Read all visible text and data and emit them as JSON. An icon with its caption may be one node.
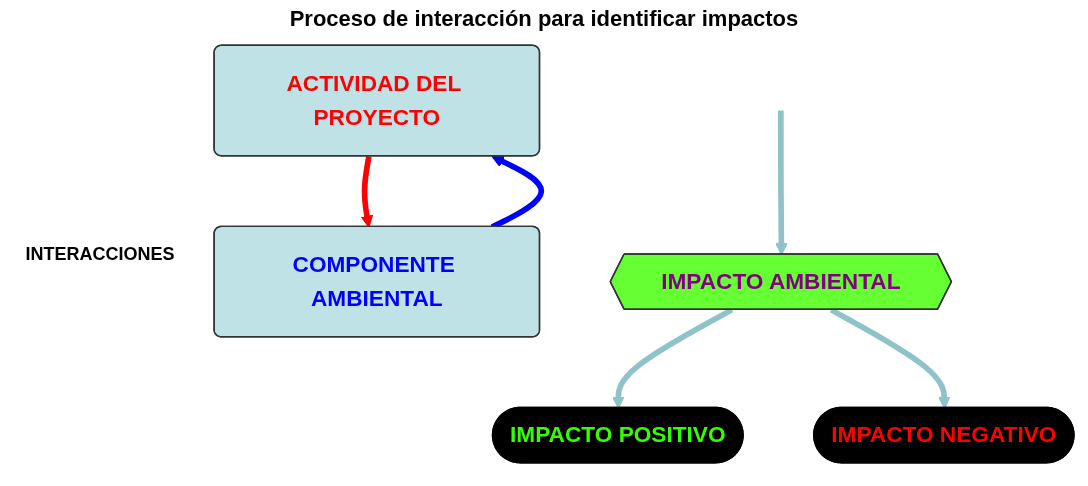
{
  "diagram": {
    "title": "Proceso de interacción para identificar impactos",
    "nodes": [
      {
        "text": [
          "ACTIVIDAD DEL PROYECTO"
        ]
      },
      {
        "text": [
          "COMPONENTE AMBIENTAL"
        ]
      },
      {
        "text": [
          "IMPACTO AMBIENTAL"
        ]
      },
      {
        "text": [
          "IMPACTO POSITIVO"
        ]
      },
      {
        "text": [
          "IMPACTO NEGATIVO"
        ]
      }
    ],
    "edges": [
      {
        "from": 0,
        "to": 1,
        "arrow": "to",
        "color": "#ff0000"
      },
      {
        "from": 1,
        "to": 0,
        "arrow": "to",
        "color": "#0000ff"
      },
      {
        "from": null,
        "to": 2,
        "arrow": "to"
      },
      {
        "from": 2,
        "to": 3,
        "arrow": "to"
      },
      {
        "from": 2,
        "to": 4,
        "arrow": "to"
      }
    ],
    "labels": [
      "INTERACCIONES"
    ]
  }
}
